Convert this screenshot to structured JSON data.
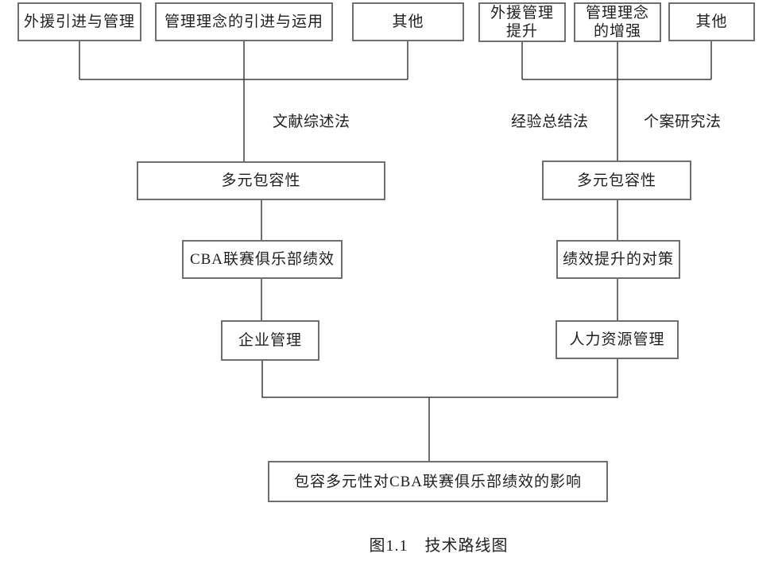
{
  "figure": {
    "caption": "图1.1　技术路线图",
    "left_branch": {
      "sources": [
        "外援引进与管理",
        "管理理念的引进与运用",
        "其他"
      ],
      "method_label": "文献综述法",
      "chain": [
        "多元包容性",
        "CBA联赛俱乐部绩效",
        "企业管理"
      ]
    },
    "right_branch": {
      "sources": [
        [
          "外援管理",
          "提升"
        ],
        [
          "管理理念",
          "的增强"
        ],
        [
          "其他"
        ]
      ],
      "method_labels": [
        "经验总结法",
        "个案研究法"
      ],
      "chain": [
        "多元包容性",
        "绩效提升的对策",
        "人力资源管理"
      ]
    },
    "outcome": "包容多元性对CBA联赛俱乐部绩效的影响",
    "colors": {
      "background": "#ffffff",
      "box_border": "#6e6e6e",
      "connector": "#3d3d3d",
      "text": "#1f1f1f"
    }
  }
}
